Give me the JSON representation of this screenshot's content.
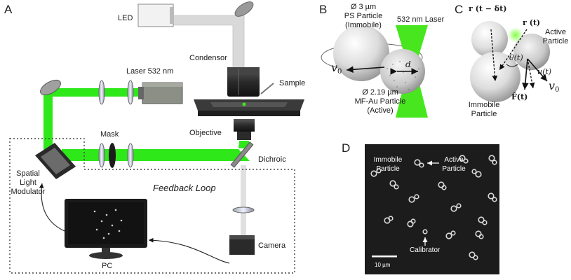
{
  "panels": {
    "a": "A",
    "b": "B",
    "c": "C",
    "d": "D"
  },
  "setup": {
    "led": "LED",
    "laser": "Laser 532 nm",
    "condensor": "Condensor",
    "sample": "Sample",
    "objective": "Objective",
    "mask": "Mask",
    "dichroic": "Dichroic",
    "slm": [
      "Spatial",
      "Light",
      "Modulator"
    ],
    "feedback_loop": "Feedback Loop",
    "camera": "Camera",
    "pc": "PC"
  },
  "particles": {
    "ps_particle": [
      "Ø 3 µm",
      "PS Particle",
      "(Immobile)"
    ],
    "au_particle": [
      "Ø 2.19 µm",
      "MF-Au Particle",
      "(Active)"
    ],
    "green_laser": "532 nm Laser",
    "velocity": "v",
    "velocity_sub": "0",
    "distance": "d"
  },
  "geometry": {
    "r_prev": "r (t − δt)",
    "r_now": "r (t)",
    "theta": "θ(t)",
    "u": "u(t)",
    "force": "F̂(t)",
    "velocity": "v",
    "velocity_sub": "0",
    "active_particle": [
      "Active",
      "Particle"
    ],
    "immobile_particle": [
      "Immobile",
      "Particle"
    ]
  },
  "micrograph": {
    "immobile_particle": [
      "Immobile",
      "Particle"
    ],
    "active_particle": [
      "Active",
      "Particle"
    ],
    "calibrator": "Calibrator",
    "scale_bar": "10 µm"
  },
  "colors": {
    "laser_green": "#2ee81a",
    "micrograph_bg": "#1c1c1c"
  }
}
